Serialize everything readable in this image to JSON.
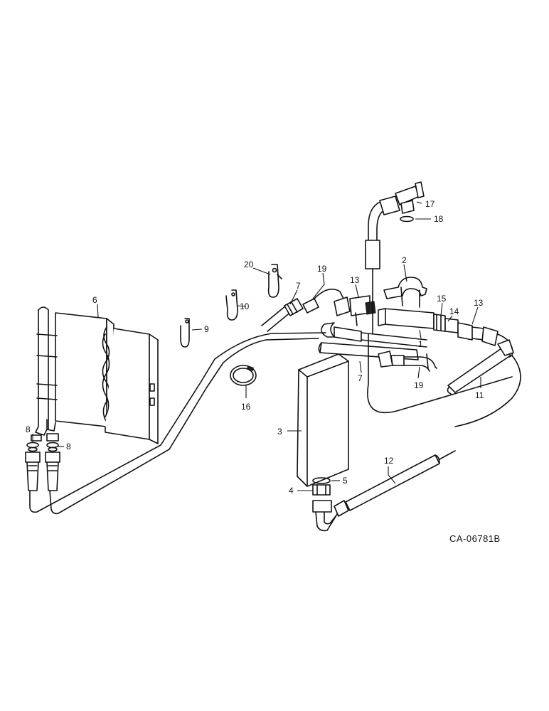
{
  "callouts": {
    "c1": "1",
    "c2": "2",
    "c3": "3",
    "c4": "4",
    "c5": "5",
    "c6": "6",
    "c7a": "7",
    "c7b": "7",
    "c8a": "8",
    "c8b": "8",
    "c9": "9",
    "c10": "10",
    "c11": "11",
    "c12": "12",
    "c13a": "13",
    "c13b": "13",
    "c14": "14",
    "c15": "15",
    "c16": "16",
    "c17": "17",
    "c18": "18",
    "c19a": "19",
    "c19b": "19",
    "c20": "20"
  },
  "reference_code": "CA-06781B"
}
